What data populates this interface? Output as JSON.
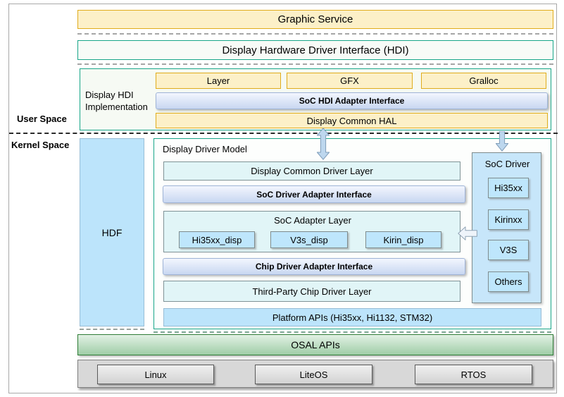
{
  "colors": {
    "accent_teal": "#18A689",
    "accent_gold": "#E0AC1C",
    "yellow_fill": "#FCF0C8",
    "lavender_bar": "#C8D7F1",
    "light_blue": "#BCE4FB",
    "pale_cyan": "#E1F5F7",
    "osal_green": "#9FCDA7",
    "os_gray": "#D9D9D9"
  },
  "top": {
    "graphic_service": "Graphic Service",
    "hdi": "Display Hardware Driver Interface (HDI)"
  },
  "space": {
    "user": "User Space",
    "kernel": "Kernel Space"
  },
  "hdi_impl": {
    "label": "Display HDI Implementation",
    "components": [
      "Layer",
      "GFX",
      "Gralloc"
    ],
    "adapter_interface": "SoC HDI Adapter Interface",
    "common_hal": "Display Common HAL"
  },
  "kernel": {
    "hdf": "HDF",
    "display_driver_model": {
      "title": "Display Driver Model",
      "common_driver_layer": "Display Common Driver Layer",
      "soc_driver_adapter_interface": "SoC Driver Adapter Interface",
      "soc_adapter_layer": {
        "title": "SoC Adapter Layer",
        "items": [
          "Hi35xx_disp",
          "V3s_disp",
          "Kirin_disp"
        ]
      },
      "chip_driver_adapter_interface": "Chip Driver Adapter Interface",
      "third_party_layer": "Third-Party Chip Driver Layer",
      "platform_apis": "Platform APIs (Hi35xx, Hi1132, STM32)"
    },
    "soc_driver": {
      "title": "SoC Driver",
      "items": [
        "Hi35xx",
        "Kirinxx",
        "V3S",
        "Others"
      ]
    }
  },
  "osal": {
    "label": "OSAL APIs"
  },
  "os": {
    "items": [
      "Linux",
      "LiteOS",
      "RTOS"
    ]
  }
}
